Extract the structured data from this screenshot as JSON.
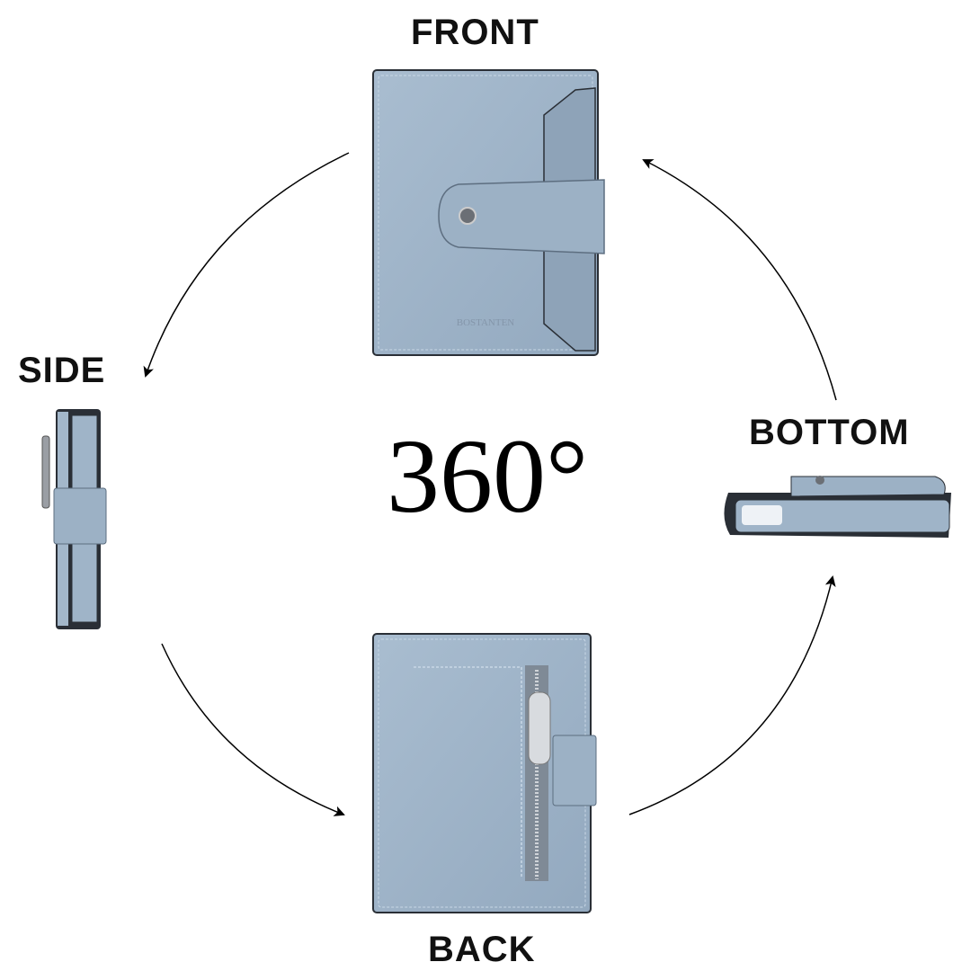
{
  "labels": {
    "front": "FRONT",
    "side": "SIDE",
    "bottom": "BOTTOM",
    "back": "BACK",
    "center": "360°"
  },
  "brand": "BOSTANTEN",
  "colors": {
    "leather": "#9fb4c8",
    "leather_dark": "#7e94aa",
    "stitch": "#c9d8e6",
    "edge": "#2a2f36"
  }
}
